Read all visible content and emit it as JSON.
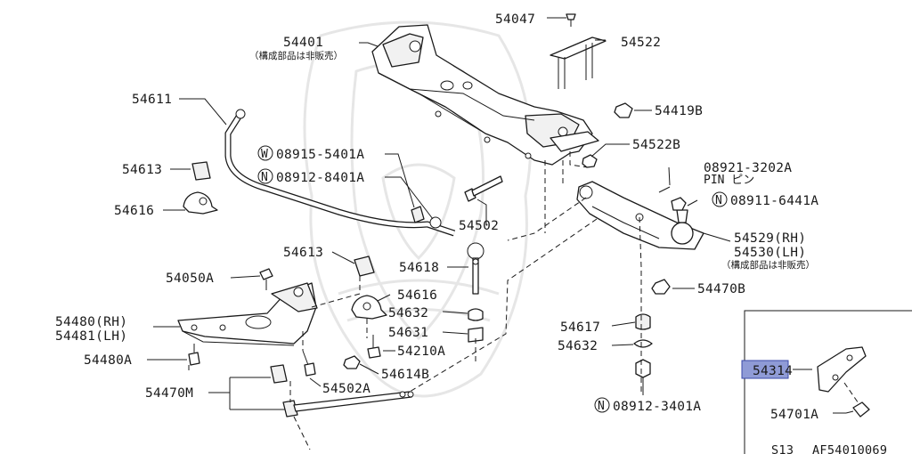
{
  "colors": {
    "ink": "#1a1a1a",
    "highlight": "#8f9bd6",
    "watermark": "#e6e6e6"
  },
  "labels": {
    "p54047": "54047",
    "p54522": "54522",
    "p54401": "54401",
    "p54401_note": "（構成部品は非販売）",
    "p54611": "54611",
    "p54419B": "54419B",
    "p54522B": "54522B",
    "w08915": "08915-5401A",
    "w_marker": "W",
    "n08912_8401": "08912-8401A",
    "n_marker": "N",
    "p54613a": "54613",
    "p54616a": "54616",
    "p08921": "08921-3202A",
    "pin_note": "PIN ピン",
    "n08911": "08911-6441A",
    "p54502": "54502",
    "p54529": "54529(RH)",
    "p54530": "54530(LH)",
    "p54530_note": "（構成部品は非販売）",
    "p54613b": "54613",
    "p54618": "54618",
    "p54050A": "54050A",
    "p54616b": "54616",
    "p54470B": "54470B",
    "p54480": "54480(RH)",
    "p54481": "54481(LH)",
    "p54632a": "54632",
    "p54631": "54631",
    "p54617": "54617",
    "p54210A": "54210A",
    "p54632b": "54632",
    "p54480A": "54480A",
    "p54614B": "54614B",
    "p54314": "54314",
    "p54470M": "54470M",
    "p54502A": "54502A",
    "n08912_3401": "08912-3401A",
    "p54701A": "54701A",
    "footer_model": "S13",
    "footer_code": "AF54010069"
  }
}
